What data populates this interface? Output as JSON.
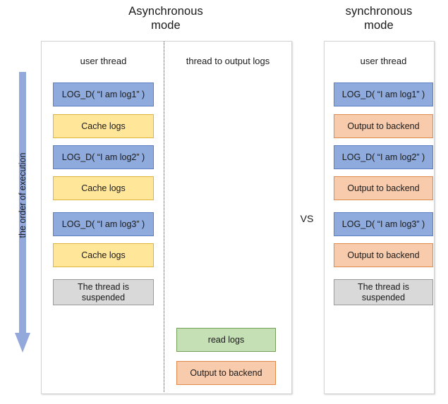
{
  "titles": {
    "async": "Asynchronous\nmode",
    "async_line1": "Asynchronous",
    "async_line2": "mode",
    "sync_line1": "synchronous",
    "sync_line2": "mode"
  },
  "vs_label": "VS",
  "order_axis": {
    "label": "the order of execution",
    "arrow_icon": "down-arrow-icon",
    "direction": "down",
    "color": "#93a9dc"
  },
  "async_panel": {
    "columns": [
      {
        "header": "user thread",
        "steps": [
          {
            "label": "LOG_D( “I am log1” )",
            "kind": "log",
            "color": "#8faadc"
          },
          {
            "label": "Cache logs",
            "kind": "cache",
            "color": "#ffe699"
          },
          {
            "label": "LOG_D( “I am log2” )",
            "kind": "log",
            "color": "#8faadc"
          },
          {
            "label": "Cache logs",
            "kind": "cache",
            "color": "#ffe699"
          },
          {
            "label": "LOG_D( “I am log3” )",
            "kind": "log",
            "color": "#8faadc"
          },
          {
            "label": "Cache logs",
            "kind": "cache",
            "color": "#ffe699"
          },
          {
            "label": "The thread is\nsuspended",
            "kind": "susp",
            "color": "#d9d9d9"
          }
        ]
      },
      {
        "header": "thread to output logs",
        "steps": [
          {
            "label": "read logs",
            "kind": "read",
            "color": "#c5e0b4"
          },
          {
            "label": "Output to backend",
            "kind": "output",
            "color": "#f8cbad"
          }
        ]
      }
    ]
  },
  "sync_panel": {
    "columns": [
      {
        "header": "user thread",
        "steps": [
          {
            "label": "LOG_D( “I am log1” )",
            "kind": "log",
            "color": "#8faadc"
          },
          {
            "label": "Output to backend",
            "kind": "output",
            "color": "#f8cbad"
          },
          {
            "label": "LOG_D( “I am log2” )",
            "kind": "log",
            "color": "#8faadc"
          },
          {
            "label": "Output to backend",
            "kind": "output",
            "color": "#f8cbad"
          },
          {
            "label": "LOG_D( “I am log3” )",
            "kind": "log",
            "color": "#8faadc"
          },
          {
            "label": "Output to backend",
            "kind": "output",
            "color": "#f8cbad"
          },
          {
            "label": "The thread is\nsuspended",
            "kind": "susp",
            "color": "#d9d9d9"
          }
        ]
      }
    ]
  }
}
